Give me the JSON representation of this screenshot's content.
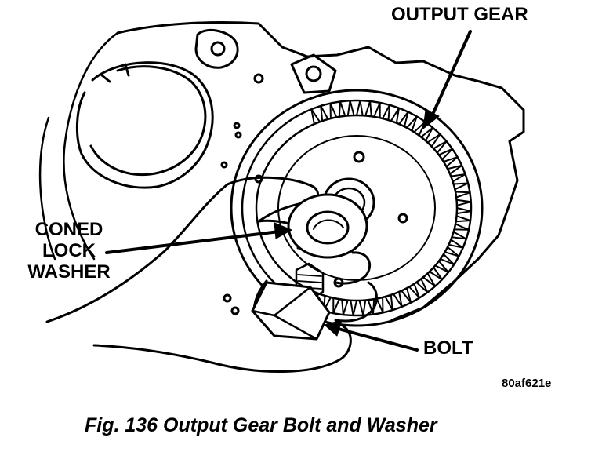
{
  "labels": {
    "output_gear": "OUTPUT GEAR",
    "coned_lock_washer": [
      "CONED",
      "LOCK",
      "WASHER"
    ],
    "bolt": "BOLT"
  },
  "figure_id": "80af621e",
  "caption": "Fig. 136 Output Gear Bolt and Washer"
}
